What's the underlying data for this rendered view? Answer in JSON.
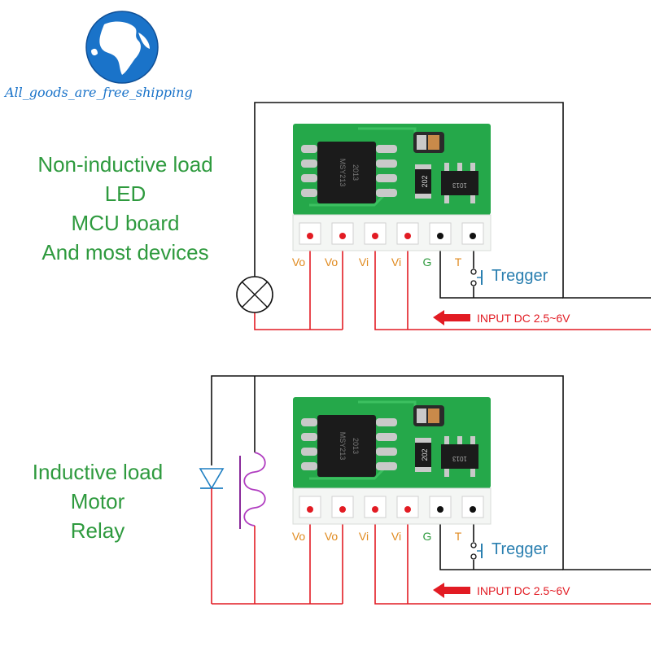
{
  "colors": {
    "wire_red": "#e21b23",
    "wire_black": "#111111",
    "heading_green": "#2e9a3e",
    "pin_orange": "#e08a1e",
    "input_red": "#e21b23",
    "tregger_blue": "#2a7fb0",
    "pcb_green": "#25a84a",
    "globe_blue": "#1a73c9",
    "coil_purple": "#b03cc0",
    "diode_blue": "#1f7fc2"
  },
  "logo": {
    "caption": "All_goods_are_free_shipping"
  },
  "top_circuit": {
    "heading_lines": [
      "Non-inductive load",
      "LED",
      "MCU board",
      "And most devices"
    ],
    "load_symbol": "lamp-symbol"
  },
  "bottom_circuit": {
    "heading_lines": [
      "Inductive load",
      "Motor",
      "Relay"
    ],
    "load_symbol": "relay-coil-symbol"
  },
  "module": {
    "chip_marking": "MSY213",
    "chip_marking_2": "2013",
    "resistor_marking": "202",
    "transistor_marking": "1013",
    "pins": [
      "Vo",
      "Vo",
      "Vi",
      "Vi",
      "G",
      "T"
    ]
  },
  "input_label": "INPUT DC 2.5~6V",
  "tregger_label": "Tregger"
}
